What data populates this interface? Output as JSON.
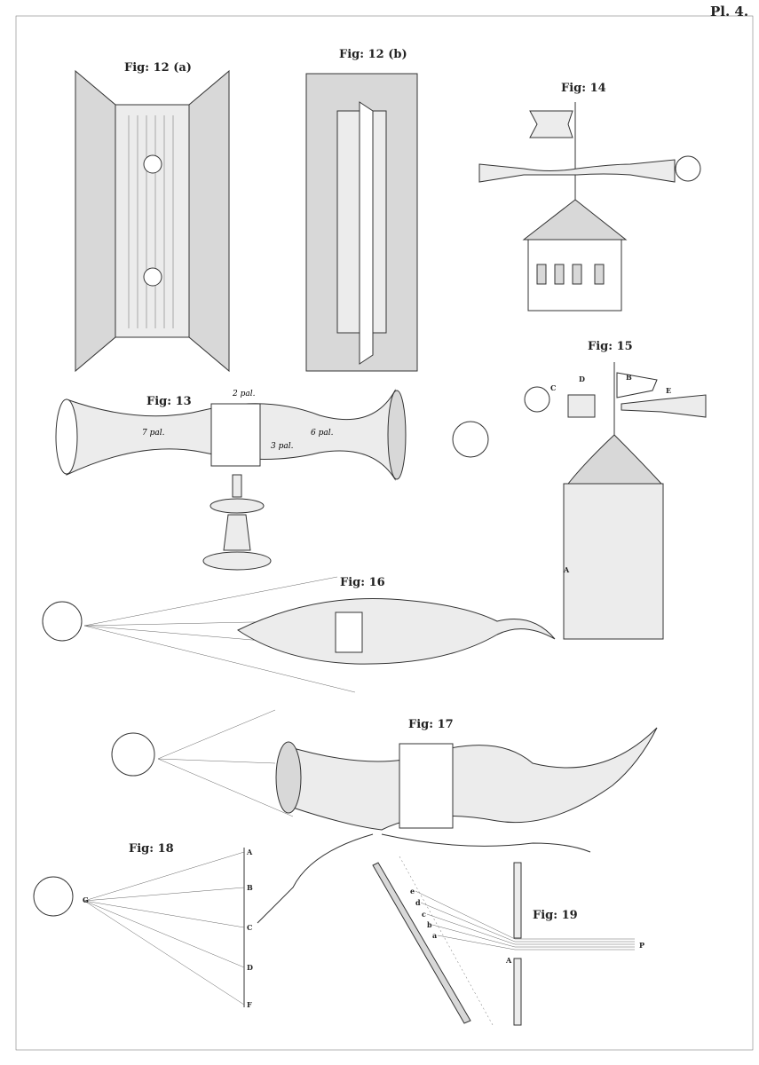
{
  "plate": {
    "number": "Pl. 4."
  },
  "figures": {
    "fig12a": {
      "title": "Fig: 12 (a)"
    },
    "fig12b": {
      "title": "Fig: 12 (b)"
    },
    "fig13": {
      "title": "Fig: 13",
      "labels": [
        "2 pal.",
        "7 pal.",
        "3 pal.",
        "6 pal."
      ]
    },
    "fig14": {
      "title": "Fig: 14"
    },
    "fig15": {
      "title": "Fig: 15",
      "labels": [
        "A",
        "B",
        "C",
        "D",
        "E"
      ]
    },
    "fig16": {
      "title": "Fig: 16"
    },
    "fig17": {
      "title": "Fig: 17"
    },
    "fig18": {
      "title": "Fig: 18",
      "labels": [
        "G",
        "A",
        "B",
        "C",
        "D",
        "F"
      ]
    },
    "fig19": {
      "title": "Fig: 19",
      "labels": [
        "e",
        "d",
        "c",
        "b",
        "a",
        "A",
        "P"
      ]
    }
  }
}
